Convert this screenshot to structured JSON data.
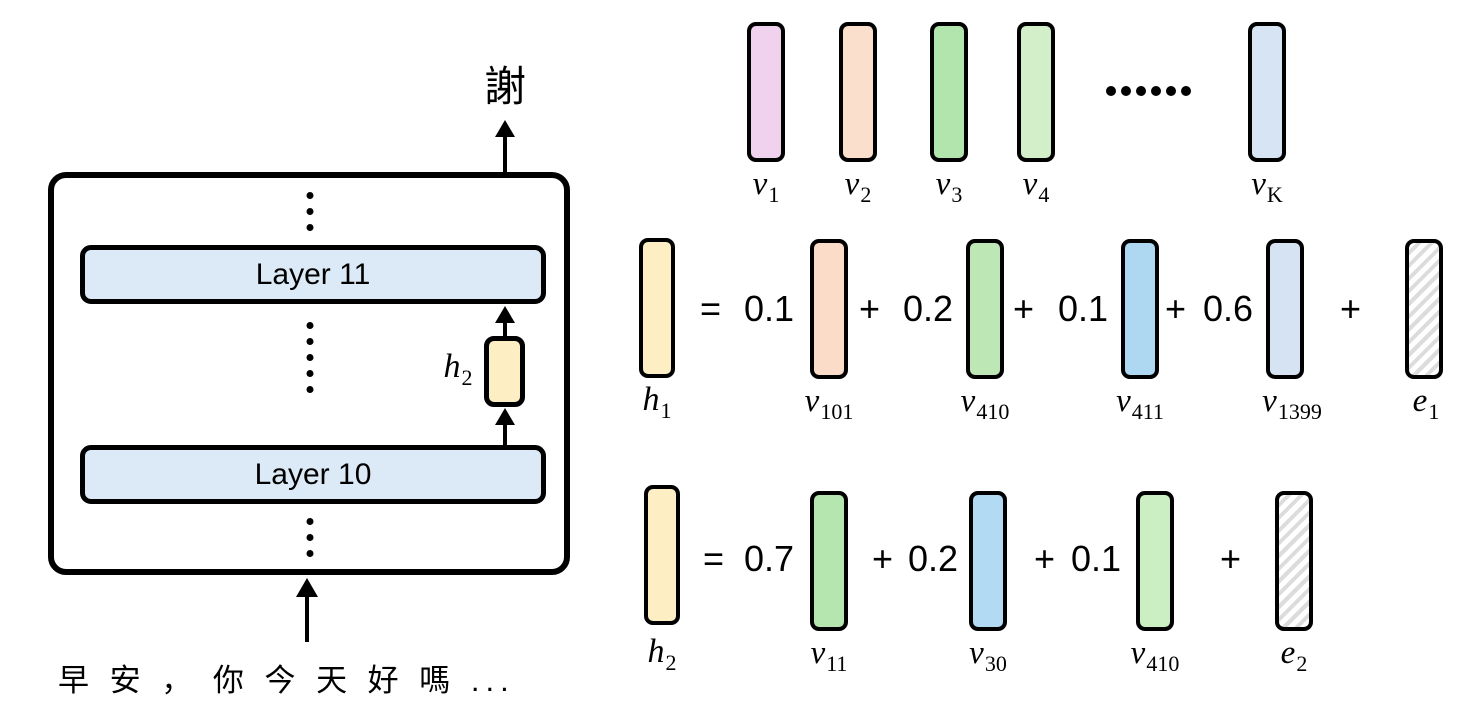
{
  "figure": {
    "left": {
      "output_token": "謝",
      "input_text": "早 安 ， 你 今 天 好 嗎 ...",
      "layer_top": "Layer 11",
      "layer_bottom": "Layer 10",
      "hidden": {
        "base": "h",
        "sub": "2"
      },
      "vertical_ellipsis": "⋮"
    },
    "dictionary": {
      "ellipsis": "······",
      "bars": [
        {
          "base": "v",
          "sub": "1",
          "color": "#f0d1ee"
        },
        {
          "base": "v",
          "sub": "2",
          "color": "#fbdfcd"
        },
        {
          "base": "v",
          "sub": "3",
          "color": "#b2e5ae"
        },
        {
          "base": "v",
          "sub": "4",
          "color": "#d3efca"
        },
        {
          "base": "v",
          "sub": "K",
          "color": "#d6e4f3"
        }
      ]
    },
    "equations": [
      {
        "lhs": {
          "base": "h",
          "sub": "1",
          "color": "#fdeec4"
        },
        "equals_sign": "=",
        "terms": [
          {
            "coef": "0.1",
            "label": {
              "base": "v",
              "sub": "101"
            },
            "color": "#fadcc9"
          },
          {
            "op": "+",
            "coef": "0.2",
            "label": {
              "base": "v",
              "sub": "410"
            },
            "color": "#bde8b5"
          },
          {
            "op": "+",
            "coef": "0.1",
            "label": {
              "base": "v",
              "sub": "411"
            },
            "color": "#aed8f2"
          },
          {
            "op": "+",
            "coef": "0.6",
            "label": {
              "base": "v",
              "sub": "1399"
            },
            "color": "#d5e3f3"
          }
        ],
        "residual": {
          "op": "+",
          "label": {
            "base": "e",
            "sub": "1"
          },
          "pattern": "diagonal-hatch"
        }
      },
      {
        "lhs": {
          "base": "h",
          "sub": "2",
          "color": "#fdeec4"
        },
        "equals_sign": "=",
        "terms": [
          {
            "coef": "0.7",
            "label": {
              "base": "v",
              "sub": "11"
            },
            "color": "#b5e6b0"
          },
          {
            "op": "+",
            "coef": "0.2",
            "label": {
              "base": "v",
              "sub": "30"
            },
            "color": "#b2daf3"
          },
          {
            "op": "+",
            "coef": "0.1",
            "label": {
              "base": "v",
              "sub": "410"
            },
            "color": "#cbeec2"
          }
        ],
        "residual": {
          "op": "+",
          "label": {
            "base": "e",
            "sub": "2"
          },
          "pattern": "diagonal-hatch"
        }
      }
    ],
    "colors": {
      "layer_fill": "#dce9f6",
      "hidden_fill": "#fdeec4",
      "outline": "#000000",
      "hatch_line": "#dcdcdc"
    }
  }
}
